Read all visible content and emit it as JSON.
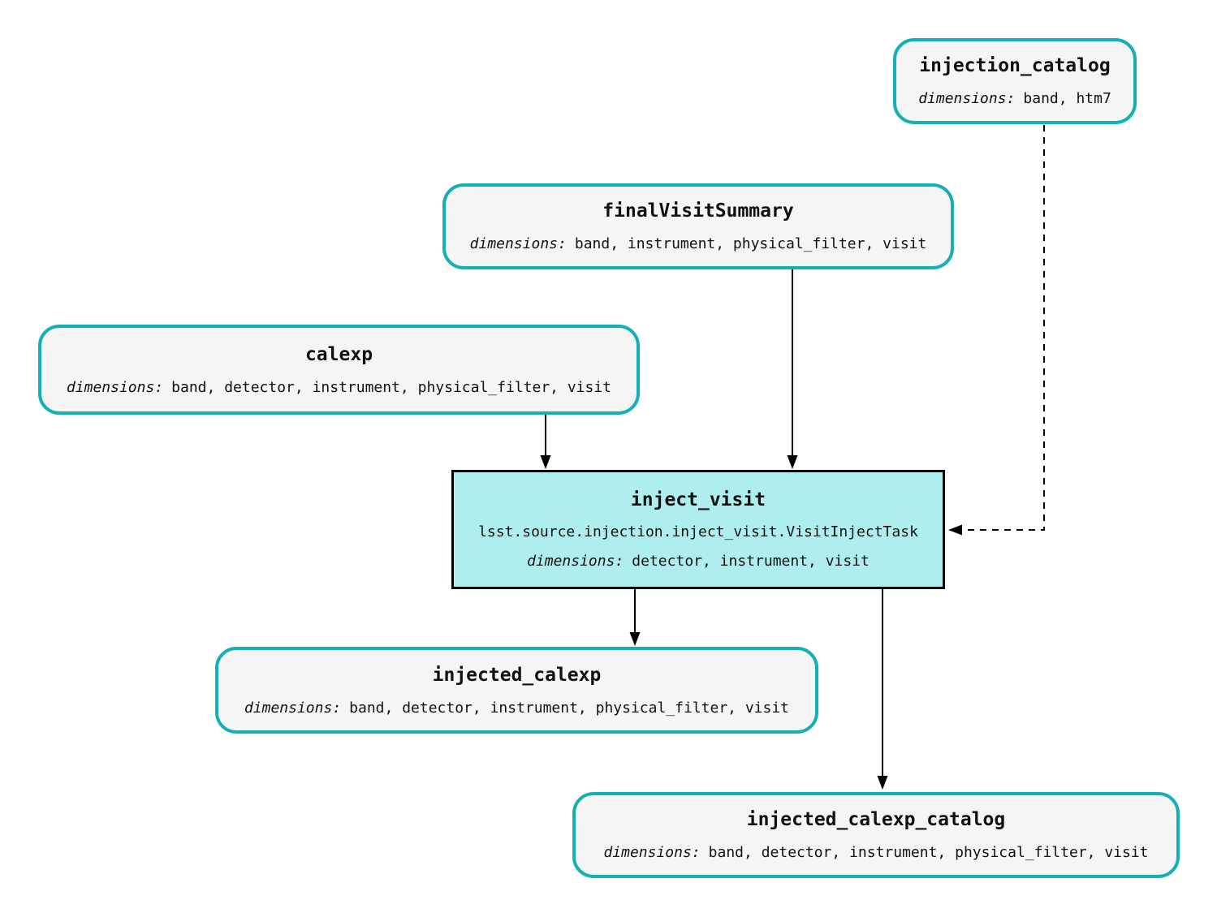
{
  "colors": {
    "dataset_border": "#14b0b6",
    "dataset_fill": "#f5f5f5",
    "task_fill": "#afeeee",
    "task_border": "#000000",
    "edge": "#000000",
    "background": "#ffffff"
  },
  "nodes": {
    "injection_catalog": {
      "type": "dataset",
      "title": "injection_catalog",
      "dimensions_label": "dimensions:",
      "dimensions": "band, htm7"
    },
    "finalVisitSummary": {
      "type": "dataset",
      "title": "finalVisitSummary",
      "dimensions_label": "dimensions:",
      "dimensions": "band, instrument, physical_filter, visit"
    },
    "calexp": {
      "type": "dataset",
      "title": "calexp",
      "dimensions_label": "dimensions:",
      "dimensions": "band, detector, instrument, physical_filter, visit"
    },
    "inject_visit": {
      "type": "task",
      "title": "inject_visit",
      "task_class": "lsst.source.injection.inject_visit.VisitInjectTask",
      "dimensions_label": "dimensions:",
      "dimensions": "detector, instrument, visit"
    },
    "injected_calexp": {
      "type": "dataset",
      "title": "injected_calexp",
      "dimensions_label": "dimensions:",
      "dimensions": "band, detector, instrument, physical_filter, visit"
    },
    "injected_calexp_catalog": {
      "type": "dataset",
      "title": "injected_calexp_catalog",
      "dimensions_label": "dimensions:",
      "dimensions": "band, detector, instrument, physical_filter, visit"
    }
  },
  "edges": [
    {
      "from": "calexp",
      "to": "inject_visit",
      "style": "solid"
    },
    {
      "from": "finalVisitSummary",
      "to": "inject_visit",
      "style": "solid"
    },
    {
      "from": "injection_catalog",
      "to": "inject_visit",
      "style": "dashed"
    },
    {
      "from": "inject_visit",
      "to": "injected_calexp",
      "style": "solid"
    },
    {
      "from": "inject_visit",
      "to": "injected_calexp_catalog",
      "style": "solid"
    }
  ]
}
